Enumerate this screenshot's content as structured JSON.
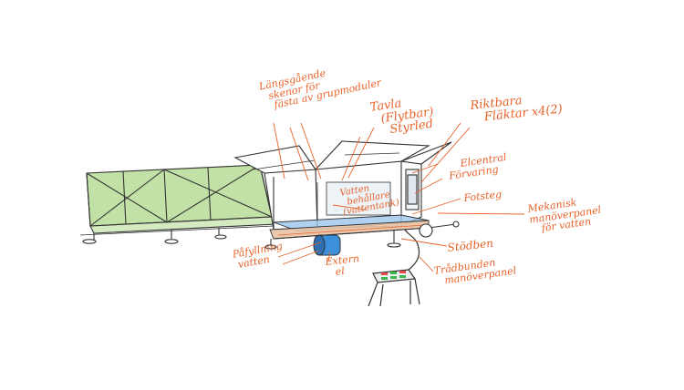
{
  "colors": {
    "ink": "#333333",
    "annotation": "#e8632a",
    "greenhouse_fill": "#b7dc96",
    "water": "#9cc6ec",
    "tank": "#3c8fd9"
  },
  "labels": {
    "lengthwise_slats": [
      "Längsgående",
      "skenor för",
      "fästa av grupmoduler"
    ],
    "panel": [
      "Tavla",
      "(Flytbar)",
      "Styrled"
    ],
    "fans": [
      "Riktbara",
      "Fläktar x4(2)"
    ],
    "water_cistern": [
      "Vatten",
      "behållare",
      "(vattentank)"
    ],
    "electronics": [
      "Elcentral",
      "Förvaring"
    ],
    "footstep": "Fotsteg",
    "mech_panel": [
      "Mekanisk",
      "manöverpanel",
      "för vatten"
    ],
    "water_fill": [
      "Påfyllning",
      "vatten"
    ],
    "external_power": [
      "Extern",
      "el"
    ],
    "stand_legs": "Stödben",
    "wireless_panel": [
      "Trådbunden",
      "manöverpanel"
    ]
  }
}
